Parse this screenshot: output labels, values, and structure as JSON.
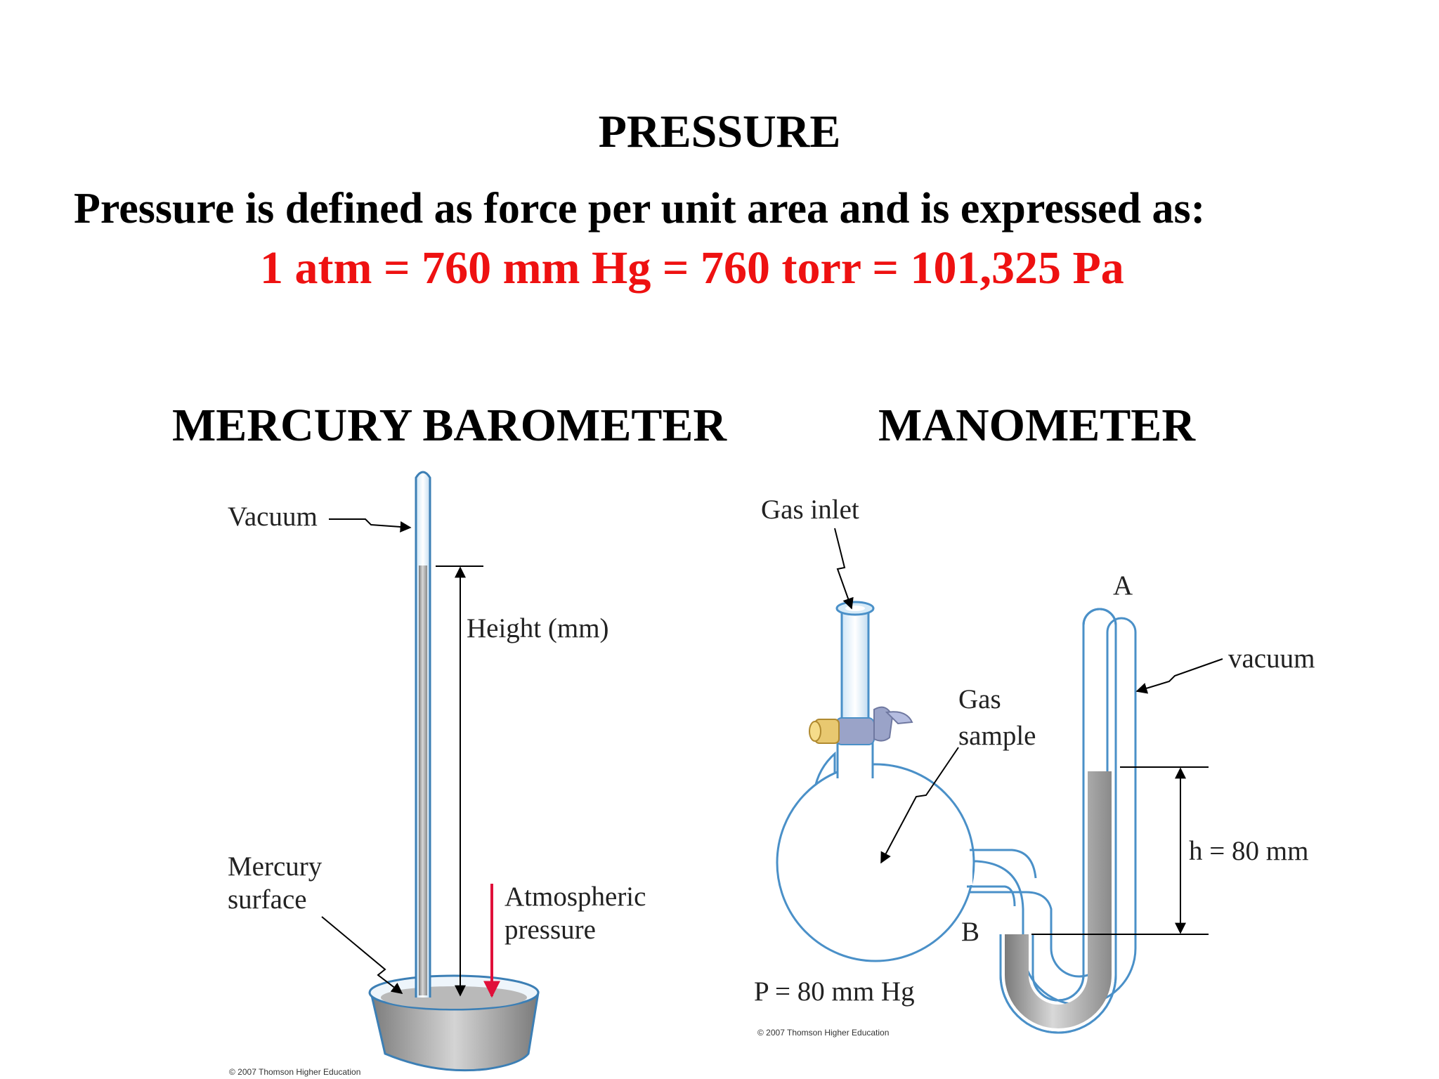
{
  "slide": {
    "title": "PRESSURE",
    "definition": "Pressure is defined as force per unit area and is expressed as:",
    "equation": "1 atm  =  760 mm Hg = 760 torr  =  101,325 Pa"
  },
  "barometer": {
    "heading": "MERCURY BAROMETER",
    "labels": {
      "vacuum": "Vacuum",
      "height": "Height (mm)",
      "mercury_surface_1": "Mercury",
      "mercury_surface_2": "surface",
      "atmospheric_1": "Atmospheric",
      "atmospheric_2": "pressure"
    },
    "copyright": "© 2007 Thomson Higher Education"
  },
  "manometer": {
    "heading": "MANOMETER",
    "labels": {
      "gas_inlet": "Gas inlet",
      "point_a": "A",
      "point_b": "B",
      "vacuum": "vacuum",
      "gas_sample_1": "Gas",
      "gas_sample_2": "sample",
      "height": "h = 80 mm",
      "pressure": "P = 80 mm Hg"
    },
    "copyright": "© 2007 Thomson Higher Education"
  },
  "colors": {
    "equation": "#ee1111",
    "glass": "#4a90c8",
    "mercury": "#a0a0a0",
    "atmospheric_arrow": "#e0103a"
  }
}
